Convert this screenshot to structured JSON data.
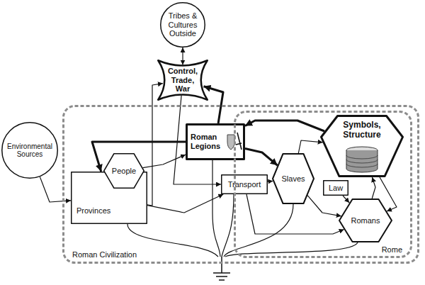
{
  "diagram": {
    "nodes": [
      {
        "text": [
          "Tribes & Cultures Outside"
        ]
      },
      {
        "text": [
          "Control, Trade, War"
        ]
      },
      {
        "text": [
          "Environmental Sources"
        ]
      },
      {
        "text": [
          "Roman Civilization"
        ]
      },
      {
        "text": [
          "Provinces"
        ],
        "in": 3
      },
      {
        "text": [
          "People"
        ],
        "in": 3
      },
      {
        "text": [
          "Roman Legions"
        ],
        "in": 3
      },
      {
        "text": [
          "Transport"
        ],
        "in": 3
      },
      {
        "text": [
          "Rome"
        ],
        "in": 3
      },
      {
        "text": [
          "Slaves"
        ],
        "in": 8
      },
      {
        "text": [
          "Symbols, Structure"
        ],
        "in": 8
      },
      {
        "text": [
          "Law"
        ],
        "in": 8
      },
      {
        "text": [
          "Romans"
        ],
        "in": 8
      }
    ],
    "edges": [
      {
        "from": 0,
        "to": 1,
        "arrow": "both"
      },
      {
        "from": 2,
        "to": 4,
        "arrow": "to"
      },
      {
        "from": 6,
        "to": 1,
        "arrow": "to"
      },
      {
        "from": 1,
        "to": 7,
        "arrow": "to"
      },
      {
        "from": 4,
        "to": 1,
        "arrow": "to"
      },
      {
        "from": 6,
        "to": 4,
        "arrow": "to"
      },
      {
        "from": 5,
        "to": 6,
        "arrow": "to"
      },
      {
        "from": 4,
        "to": 7,
        "arrow": "to"
      },
      {
        "from": 6,
        "to": 9,
        "arrow": "to"
      },
      {
        "from": 7,
        "to": 9,
        "arrow": "to"
      },
      {
        "from": 7,
        "to": 12,
        "arrow": "to"
      },
      {
        "from": 10,
        "to": 6,
        "arrow": "to"
      },
      {
        "from": 12,
        "to": 10,
        "arrow": "to"
      },
      {
        "from": 9,
        "to": 10,
        "arrow": "to"
      },
      {
        "from": 9,
        "to": 12,
        "arrow": "to"
      },
      {
        "from": 11,
        "to": 12,
        "arrow": "to"
      },
      {
        "from": 10,
        "to": 12,
        "arrow": "to"
      }
    ]
  }
}
